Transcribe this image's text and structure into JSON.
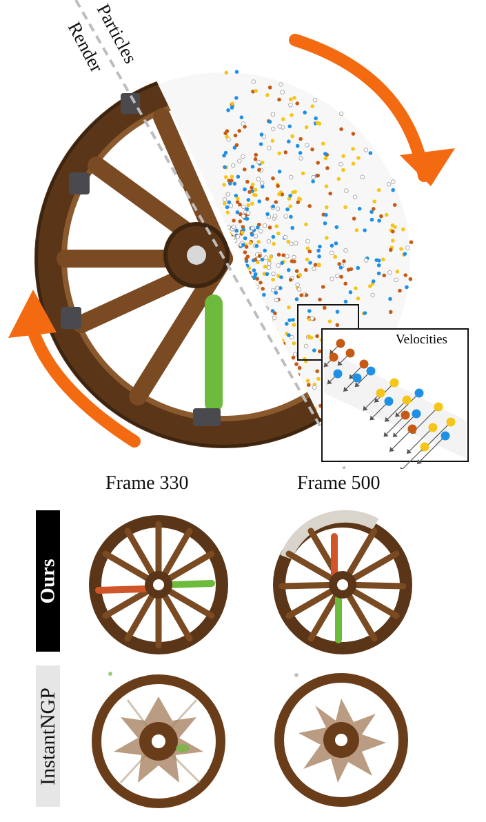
{
  "figure": {
    "diagonal_labels": {
      "upper": "Particles",
      "lower": "Render"
    },
    "inset_title": "Velocities",
    "columns": [
      "Frame 330",
      "Frame 500"
    ],
    "rows": [
      "Ours",
      "InstantNGP"
    ],
    "colors": {
      "rotation_arrow": "#f36a10",
      "particle_orange": "#c65a14",
      "particle_blue": "#1e90e6",
      "particle_yellow": "#f5c518",
      "wood": "#7a4a22",
      "highlight_spoke_green": "#6dbb3c",
      "highlight_spoke_red": "#d0562a"
    }
  }
}
